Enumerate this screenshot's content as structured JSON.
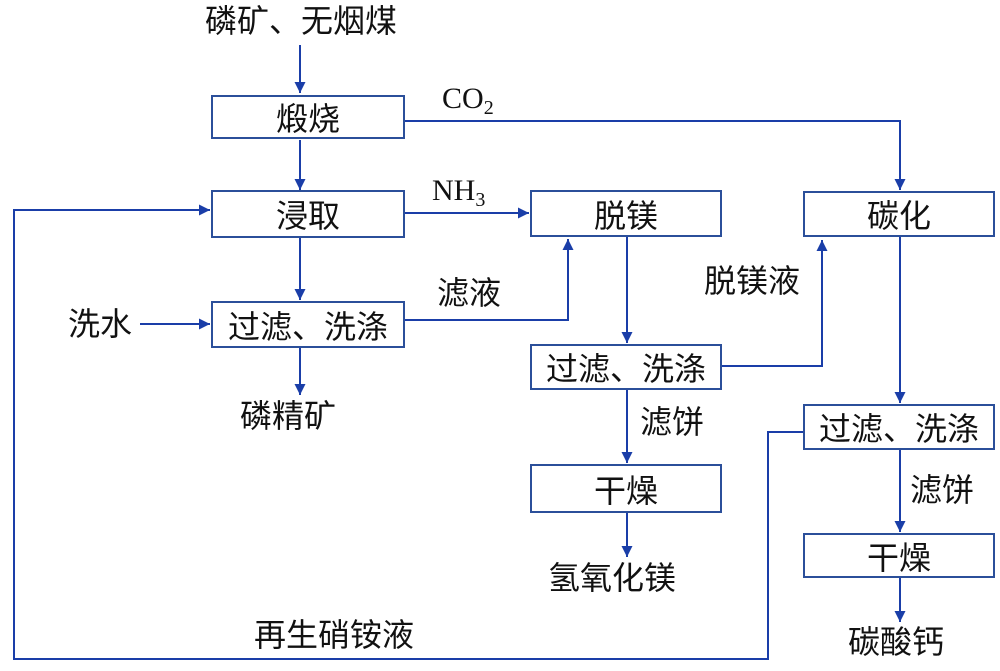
{
  "inputs": {
    "raw_materials": "磷矿、无烟煤",
    "wash_water": "洗水"
  },
  "steps": {
    "calcination": "煅烧",
    "leaching": "浸取",
    "filter_wash_1": "过滤、洗涤",
    "demagnesium": "脱镁",
    "filter_wash_2": "过滤、洗涤",
    "drying_1": "干燥",
    "carbonation": "碳化",
    "filter_wash_3": "过滤、洗涤",
    "drying_2": "干燥"
  },
  "labels": {
    "co2_main": "CO",
    "co2_sub": "2",
    "nh3_main": "NH",
    "nh3_sub": "3",
    "filtrate": "滤液",
    "demag_liquor": "脱镁液",
    "filter_cake_1": "滤饼",
    "filter_cake_2": "滤饼",
    "recycled_solution": "再生硝铵液"
  },
  "outputs": {
    "phosphate_concentrate": "磷精矿",
    "magnesium_hydroxide": "氢氧化镁",
    "calcium_carbonate": "碳酸钙"
  },
  "colors": {
    "line": "#1a3ea8",
    "box_border": "#2b4f9a"
  }
}
